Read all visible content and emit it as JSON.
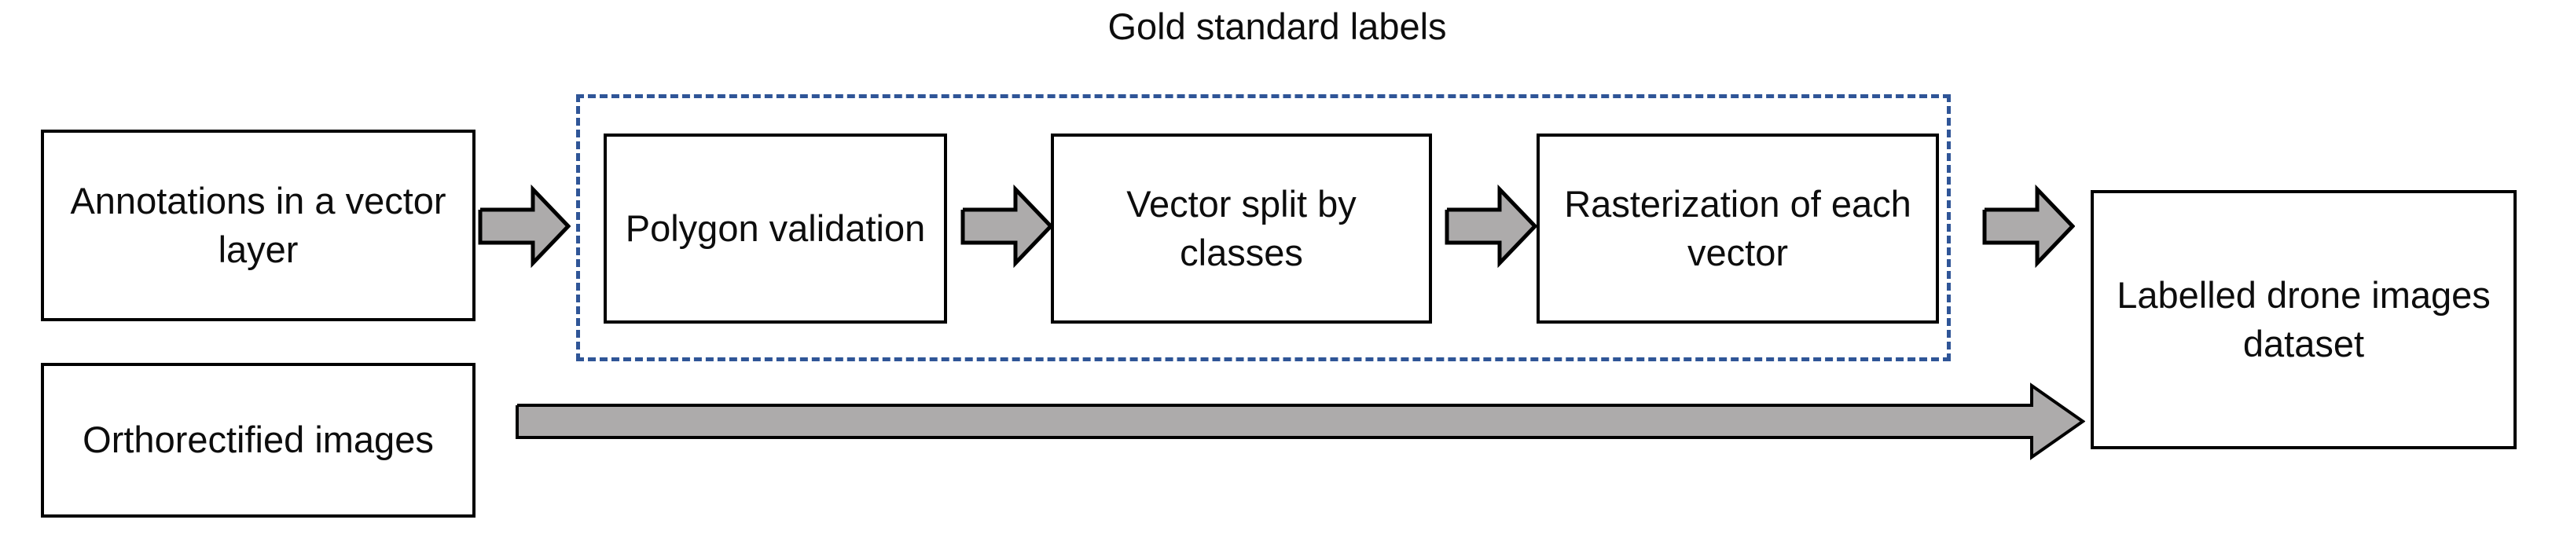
{
  "diagram": {
    "title_caption": "Gold standard labels",
    "accent_dashed_color": "#2F5597",
    "arrow_fill_color": "#ADABAB",
    "box_border_color": "#000000",
    "text_color": "#0D0D0D",
    "background_color": "#FFFFFF",
    "inputs": [
      {
        "id": "annotations",
        "label": "Annotations in a vector layer"
      },
      {
        "id": "orthoimages",
        "label": "Orthorectified images"
      }
    ],
    "pipeline_steps": [
      {
        "id": "polygon-validation",
        "label": "Polygon validation"
      },
      {
        "id": "vector-split",
        "label": "Vector split by classes"
      },
      {
        "id": "rasterization",
        "label": "Rasterization of each vector"
      }
    ],
    "output": {
      "id": "labelled-dataset",
      "label": "Labelled drone images dataset"
    },
    "connectors": [
      {
        "id": "arrow-annotations-to-polygon",
        "icon": "block-arrow-right-icon"
      },
      {
        "id": "arrow-polygon-to-vectorsplit",
        "icon": "block-arrow-right-icon"
      },
      {
        "id": "arrow-vectorsplit-to-raster",
        "icon": "block-arrow-right-icon"
      },
      {
        "id": "arrow-raster-to-dataset",
        "icon": "block-arrow-right-icon"
      },
      {
        "id": "arrow-ortho-to-dataset",
        "icon": "long-block-arrow-right-icon"
      }
    ]
  }
}
